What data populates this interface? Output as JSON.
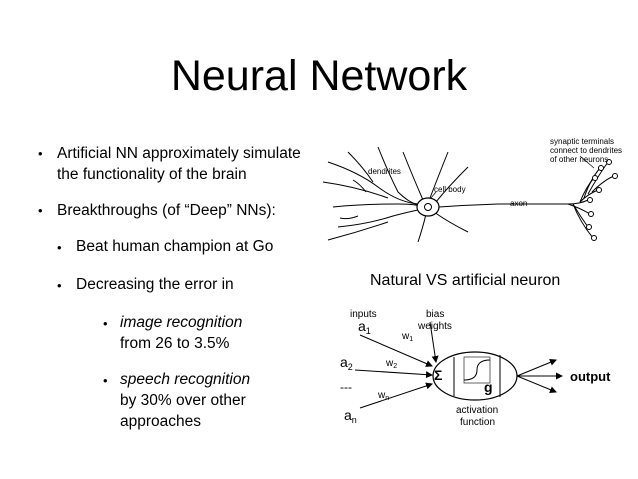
{
  "slide": {
    "title": "Neural Network",
    "bullets": [
      {
        "lines": [
          "Artificial NN approximately simulate",
          "the functionality of the brain"
        ]
      },
      {
        "lines": [
          "Breakthroughs (of “Deep” NNs):"
        ]
      },
      {
        "lines": [
          "Beat human champion at Go"
        ]
      },
      {
        "lines": [
          "Decreasing the error in"
        ]
      },
      {
        "lines": [
          "image recognition",
          "from 26 to 3.5%"
        ]
      },
      {
        "lines": [
          "speech recognition",
          "by 30% over other",
          "approaches"
        ]
      }
    ],
    "bullet_glyph": "•",
    "caption": "Natural VS artificial neuron"
  },
  "neuron_figure": {
    "labels": {
      "dendrites": "dendrites",
      "cell_body": "cell body",
      "axon": "axon",
      "terminals": [
        "synaptic terminals",
        "connect to dendrites",
        "of other neurons"
      ]
    }
  },
  "artificial_figure": {
    "inputs_label": "inputs",
    "bias_label": [
      "bias",
      "weights"
    ],
    "inputs": [
      "a",
      "a",
      "---",
      "a"
    ],
    "input_subs": [
      "1",
      "2",
      "",
      "n"
    ],
    "weights": [
      "w",
      "w",
      "w"
    ],
    "weight_subs": [
      "1",
      "2",
      "n"
    ],
    "sum_symbol": "Σ",
    "activation_symbol": "g",
    "activation_label": [
      "activation",
      "function"
    ],
    "output_label": "output"
  }
}
